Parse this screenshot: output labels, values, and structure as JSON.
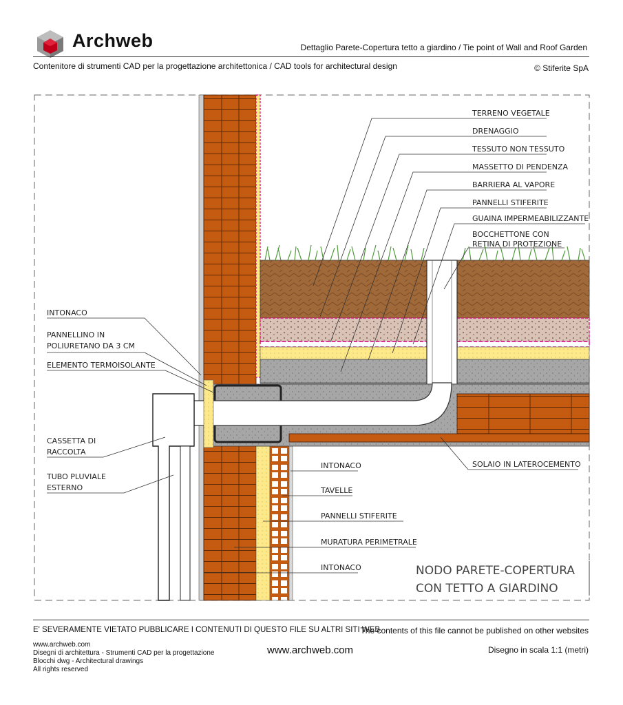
{
  "header": {
    "brand": "Archweb",
    "title": "Dettaglio Parete-Copertura tetto a giardino /  Tie point of Wall and Roof Garden",
    "subtitle": "Contenitore di strumenti CAD per la progettazione architettonica  /  CAD tools for architectural design",
    "copyright": "© Stiferite SpA"
  },
  "labels_right": [
    "TERRENO VEGETALE",
    "DRENAGGIO",
    "TESSUTO NON TESSUTO",
    "MASSETTO DI PENDENZA",
    "BARRIERA AL VAPORE",
    "PANNELLI STIFERITE",
    "GUAINA IMPERMEABILIZZANTE"
  ],
  "bocchettone": [
    "BOCCHETTONE CON",
    "RETINA DI PROTEZIONE"
  ],
  "labels_left": {
    "intonaco": "INTONACO",
    "pannellino_1": "PANNELLINO IN",
    "pannellino_2": "POLIURETANO DA 3 CM",
    "elemento": "ELEMENTO TERMOISOLANTE",
    "cassetta_1": "CASSETTA DI",
    "cassetta_2": "RACCOLTA",
    "tubo_1": "TUBO PLUVIALE",
    "tubo_2": "ESTERNO"
  },
  "labels_lower": {
    "intonaco_a": "INTONACO",
    "tavelle": "TAVELLE",
    "pannelli": "PANNELLI STIFERITE",
    "muratura": "MURATURA PERIMETRALE",
    "intonaco_b": "INTONACO",
    "solaio": "SOLAIO IN LATEROCEMENTO"
  },
  "drawing_title": [
    "NODO PARETE-COPERTURA",
    "CON TETTO A GIARDINO"
  ],
  "footer": {
    "warning_it": "E' SEVERAMENTE VIETATO PUBBLICARE I CONTENUTI DI QUESTO FILE SU ALTRI SITI WEB",
    "warning_en": "The contents of this file cannot be published on other websites",
    "small_lines": [
      "www.archweb.com",
      "Disegni di architettura - Strumenti CAD  per la progettazione",
      "Blocchi dwg - Architectural drawings",
      "All rights reserved"
    ],
    "url": "www.archweb.com",
    "scale": "Disegno in scala 1:1 (metri)"
  },
  "colors": {
    "brick": "#c55a11",
    "soil": "#a0693a",
    "drainage": "#d9c2b6",
    "concrete": "#a6a6a6",
    "insulation": "#fde98a",
    "membrane": "#d1007a",
    "grass": "#4f9a3a",
    "logo": "#c0001a"
  }
}
